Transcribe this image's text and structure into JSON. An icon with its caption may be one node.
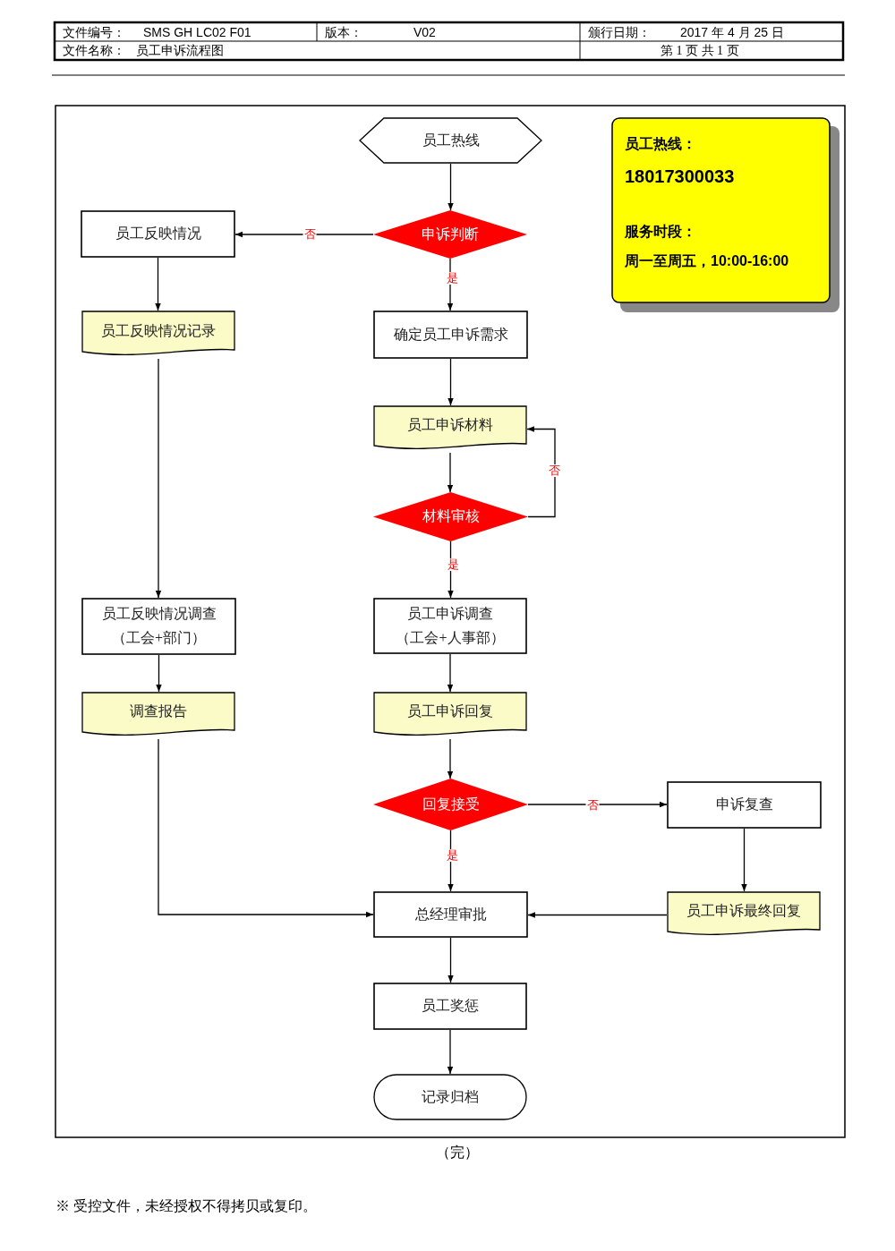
{
  "diagram": {
    "nodes": [
      {
        "text": [
          "员工热线"
        ]
      },
      {
        "text": [
          "申诉判断"
        ]
      },
      {
        "text": [
          "员工反映情况"
        ]
      },
      {
        "text": [
          "员工反映情况记录"
        ]
      },
      {
        "text": [
          "确定员工申诉需求"
        ]
      },
      {
        "text": [
          "员工申诉材料"
        ]
      },
      {
        "text": [
          "材料审核"
        ]
      },
      {
        "text": [
          "员工反映情况调查",
          "（工会+部门）"
        ]
      },
      {
        "text": [
          "员工申诉调查",
          "（工会+人事部）"
        ]
      },
      {
        "text": [
          "调查报告"
        ]
      },
      {
        "text": [
          "员工申诉回复"
        ]
      },
      {
        "text": [
          "回复接受"
        ]
      },
      {
        "text": [
          "申诉复查"
        ]
      },
      {
        "text": [
          "总经理审批"
        ]
      },
      {
        "text": [
          "员工申诉最终回复"
        ]
      },
      {
        "text": [
          "员工奖惩"
        ]
      },
      {
        "text": [
          "记录归档"
        ]
      },
      {
        "text": [
          "员工热线：",
          "18017300033",
          "服务时段：",
          "周一至周五，10:00-16:00"
        ]
      }
    ],
    "edges": [
      {
        "from": 0,
        "to": 1,
        "arrow": "to"
      },
      {
        "from": 1,
        "to": 2,
        "arrow": "to",
        "label": "否"
      },
      {
        "from": 1,
        "to": 4,
        "arrow": "to",
        "label": "是"
      },
      {
        "from": 2,
        "to": 3,
        "arrow": "to"
      },
      {
        "from": 4,
        "to": 5,
        "arrow": "to"
      },
      {
        "from": 5,
        "to": 6,
        "arrow": "to"
      },
      {
        "from": 6,
        "to": 5,
        "arrow": "to",
        "label": "否"
      },
      {
        "from": 6,
        "to": 8,
        "arrow": "to",
        "label": "是"
      },
      {
        "from": 3,
        "to": 7,
        "arrow": "to"
      },
      {
        "from": 7,
        "to": 9,
        "arrow": "to"
      },
      {
        "from": 8,
        "to": 10,
        "arrow": "to"
      },
      {
        "from": 10,
        "to": 11,
        "arrow": "to"
      },
      {
        "from": 11,
        "to": 12,
        "arrow": "to",
        "label": "否"
      },
      {
        "from": 11,
        "to": 13,
        "arrow": "to",
        "label": "是"
      },
      {
        "from": 12,
        "to": 14,
        "arrow": "to"
      },
      {
        "from": 14,
        "to": 13,
        "arrow": "to"
      },
      {
        "from": 9,
        "to": 13,
        "arrow": "to"
      },
      {
        "from": 13,
        "to": 15,
        "arrow": "to"
      },
      {
        "from": 15,
        "to": 16,
        "arrow": "to"
      }
    ],
    "labels": [
      "文件编号：",
      "SMS GH LC02 F01",
      "版本：",
      "V02",
      "颁行日期：",
      "2017 年 4 月 25 日",
      "文件名称：",
      "员工申诉流程图",
      "第 1 页 共 1 页",
      "（完）",
      "※ 受控文件，未经授权不得拷贝或复印。"
    ]
  }
}
